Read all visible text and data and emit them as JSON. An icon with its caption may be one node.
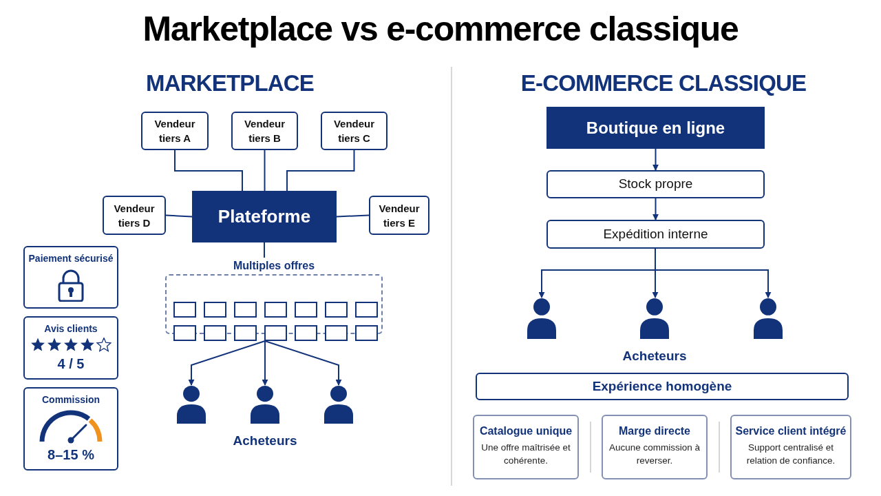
{
  "diagram": {
    "title": "Marketplace vs e-commerce classique",
    "nodes": [
      {
        "text": [
          "Vendeur tiers A"
        ]
      },
      {
        "text": [
          "Vendeur tiers B"
        ]
      },
      {
        "text": [
          "Vendeur tiers C"
        ]
      },
      {
        "text": [
          "Vendeur tiers D"
        ]
      },
      {
        "text": [
          "Plateforme"
        ]
      },
      {
        "text": [
          "Vendeur tiers E"
        ]
      },
      {
        "text": [
          "Multiples offres"
        ]
      },
      {
        "text": [],
        "shape": "box",
        "in": 6
      },
      {
        "text": [],
        "shape": "box",
        "in": 6
      },
      {
        "text": [],
        "shape": "box",
        "in": 6
      },
      {
        "text": [],
        "shape": "box",
        "in": 6
      },
      {
        "text": [],
        "shape": "box",
        "in": 6
      },
      {
        "text": [],
        "shape": "box",
        "in": 6
      },
      {
        "text": [],
        "shape": "box",
        "in": 6
      },
      {
        "text": [],
        "shape": "box",
        "in": 6
      },
      {
        "text": [],
        "shape": "box",
        "in": 6
      },
      {
        "text": [],
        "shape": "box",
        "in": 6
      },
      {
        "text": [],
        "shape": "box",
        "in": 6
      },
      {
        "text": [],
        "shape": "box",
        "in": 6
      },
      {
        "text": [],
        "shape": "box",
        "in": 6
      },
      {
        "text": [],
        "shape": "box",
        "in": 6
      },
      {
        "text": [],
        "shape": "person"
      },
      {
        "text": [],
        "shape": "person"
      },
      {
        "text": [],
        "shape": "person"
      },
      {
        "text": [
          "Paiement sécurisé"
        ]
      },
      {
        "text": [
          "Avis clients",
          "4 / 5"
        ]
      },
      {
        "text": [
          "Commission",
          "8–15 %"
        ]
      },
      {
        "text": [
          "Boutique en ligne"
        ]
      },
      {
        "text": [
          "Stock propre"
        ]
      },
      {
        "text": [
          "Expédition interne"
        ]
      },
      {
        "text": [],
        "shape": "person"
      },
      {
        "text": [],
        "shape": "person"
      },
      {
        "text": [],
        "shape": "person"
      },
      {
        "text": [
          "Expérience homogène"
        ]
      },
      {
        "text": [
          "Catalogue unique",
          "Une offre maîtrisée et cohérente."
        ]
      },
      {
        "text": [
          "Marge directe",
          "Aucune commission à reverser."
        ]
      },
      {
        "text": [
          "Service client intégré",
          "Support centralisé et relation de confiance."
        ]
      }
    ],
    "edges": [
      {
        "from": 0,
        "to": 4,
        "arrow": "none"
      },
      {
        "from": 1,
        "to": 4,
        "arrow": "none"
      },
      {
        "from": 2,
        "to": 4,
        "arrow": "none"
      },
      {
        "from": 3,
        "to": 4,
        "arrow": "none"
      },
      {
        "from": 5,
        "to": 4,
        "arrow": "none"
      },
      {
        "from": 4,
        "to": 6,
        "arrow": "none"
      },
      {
        "from": 6,
        "to": 21,
        "arrow": "to"
      },
      {
        "from": 6,
        "to": 22,
        "arrow": "to"
      },
      {
        "from": 6,
        "to": 23,
        "arrow": "to"
      },
      {
        "from": 27,
        "to": 28,
        "arrow": "to"
      },
      {
        "from": 28,
        "to": 29,
        "arrow": "to"
      },
      {
        "from": 29,
        "to": 30,
        "arrow": "to"
      },
      {
        "from": 29,
        "to": 31,
        "arrow": "to"
      },
      {
        "from": 29,
        "to": 32,
        "arrow": "to"
      }
    ],
    "labels": [
      "MARKETPLACE",
      "E-COMMERCE CLASSIQUE",
      "Acheteurs",
      "Acheteurs"
    ]
  }
}
